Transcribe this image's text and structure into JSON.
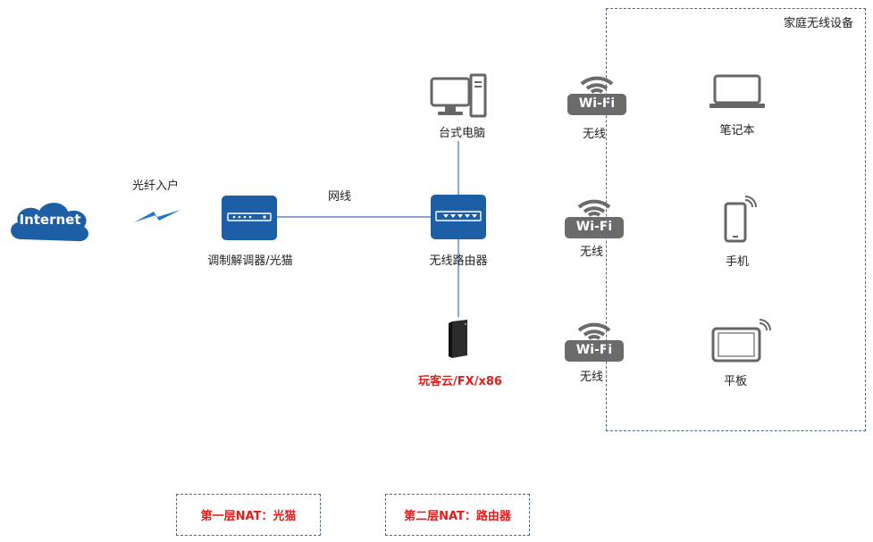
{
  "internet": {
    "label": "Internet"
  },
  "fiber": {
    "label": "光纤入户"
  },
  "modem": {
    "label": "调制解调器/光猫"
  },
  "cable": {
    "label": "网线"
  },
  "router": {
    "label": "无线路由器"
  },
  "desktop": {
    "label": "台式电脑"
  },
  "nas": {
    "label": "玩客云/FX/x86"
  },
  "wifi": [
    {
      "badge": "Wi-Fi",
      "label": "无线"
    },
    {
      "badge": "Wi-Fi",
      "label": "无线"
    },
    {
      "badge": "Wi-Fi",
      "label": "无线"
    }
  ],
  "home_group": {
    "title": "家庭无线设备",
    "devices": [
      {
        "label": "笔记本",
        "icon": "laptop-icon"
      },
      {
        "label": "手机",
        "icon": "phone-icon"
      },
      {
        "label": "平板",
        "icon": "tablet-icon"
      }
    ]
  },
  "nat": {
    "first": "第一层NAT：光猫",
    "second": "第二层NAT：路由器"
  },
  "colors": {
    "device_blue": "#1d5fa6",
    "wifi_gray": "#6b6b6b",
    "accent_red": "#e31c1c"
  }
}
